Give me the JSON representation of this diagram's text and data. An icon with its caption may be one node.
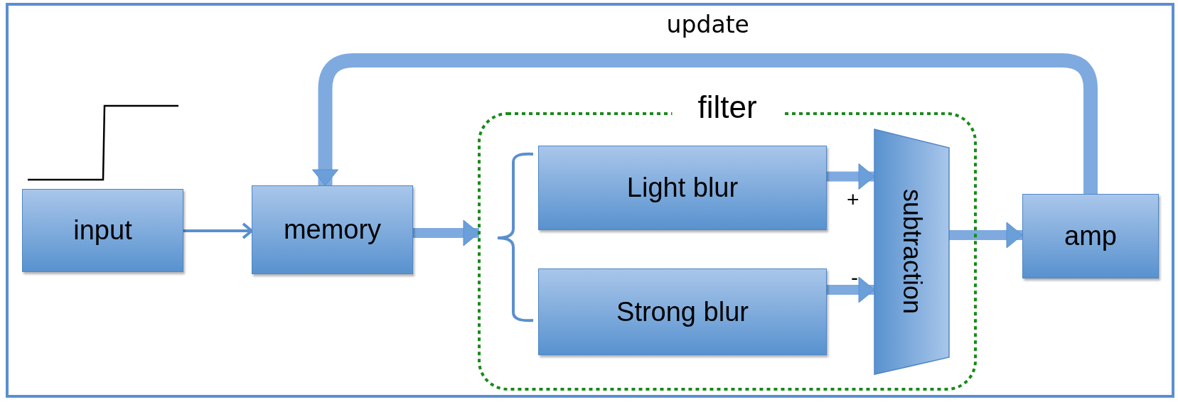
{
  "diagram": {
    "nodes": [
      {
        "text": [
          "input"
        ]
      },
      {
        "text": [
          "memory"
        ]
      },
      {
        "text": [
          "filter"
        ]
      },
      {
        "text": [
          "Light blur"
        ],
        "in": 2
      },
      {
        "text": [
          "Strong blur"
        ],
        "in": 2
      },
      {
        "text": [
          "subtraction"
        ],
        "in": 2
      },
      {
        "text": [
          "amp"
        ]
      }
    ],
    "edges": [
      {
        "from": 0,
        "to": 1,
        "arrow": "to"
      },
      {
        "from": 1,
        "to": 2,
        "arrow": "to"
      },
      {
        "from": 3,
        "to": 5,
        "arrow": "to"
      },
      {
        "from": 4,
        "to": 5,
        "arrow": "to"
      },
      {
        "from": 5,
        "to": 6,
        "arrow": "to"
      },
      {
        "from": 6,
        "to": 1,
        "arrow": "to",
        "label": "update"
      }
    ],
    "labels": [
      "+",
      "-"
    ]
  }
}
